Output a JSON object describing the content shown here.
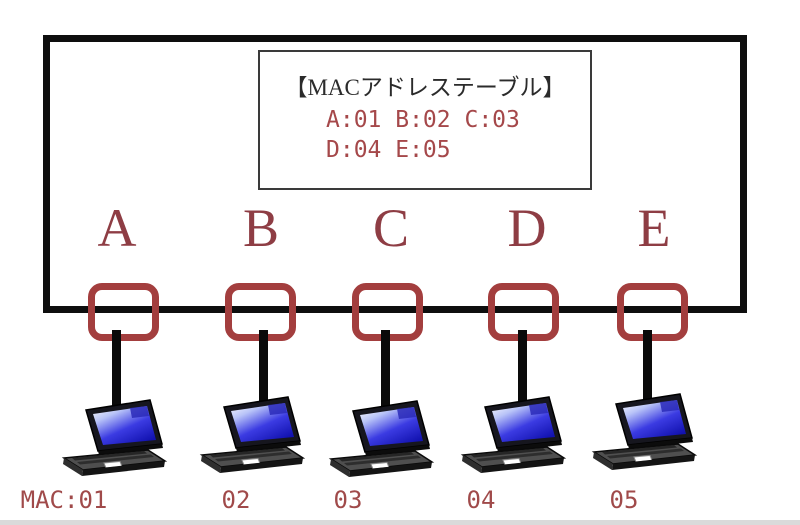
{
  "switch": {
    "mac_table": {
      "title": "【MACアドレステーブル】",
      "rows": [
        "A:01 B:02 C:03",
        "D:04 E:05"
      ]
    },
    "ports": [
      {
        "label": "A"
      },
      {
        "label": "B"
      },
      {
        "label": "C"
      },
      {
        "label": "D"
      },
      {
        "label": "E"
      }
    ]
  },
  "hosts": [
    {
      "label": "MAC:01"
    },
    {
      "label": "02"
    },
    {
      "label": "03"
    },
    {
      "label": "04"
    },
    {
      "label": "05"
    }
  ],
  "colors": {
    "switch_border": "#0e0e0e",
    "port_red": "#a33e3e",
    "table_text_red": "#a5484a",
    "port_letter_red": "#8e3d44",
    "mac_label_red": "#a04a4a",
    "cable_black": "#0a0a0a",
    "screen_blue": "#1212b0"
  }
}
